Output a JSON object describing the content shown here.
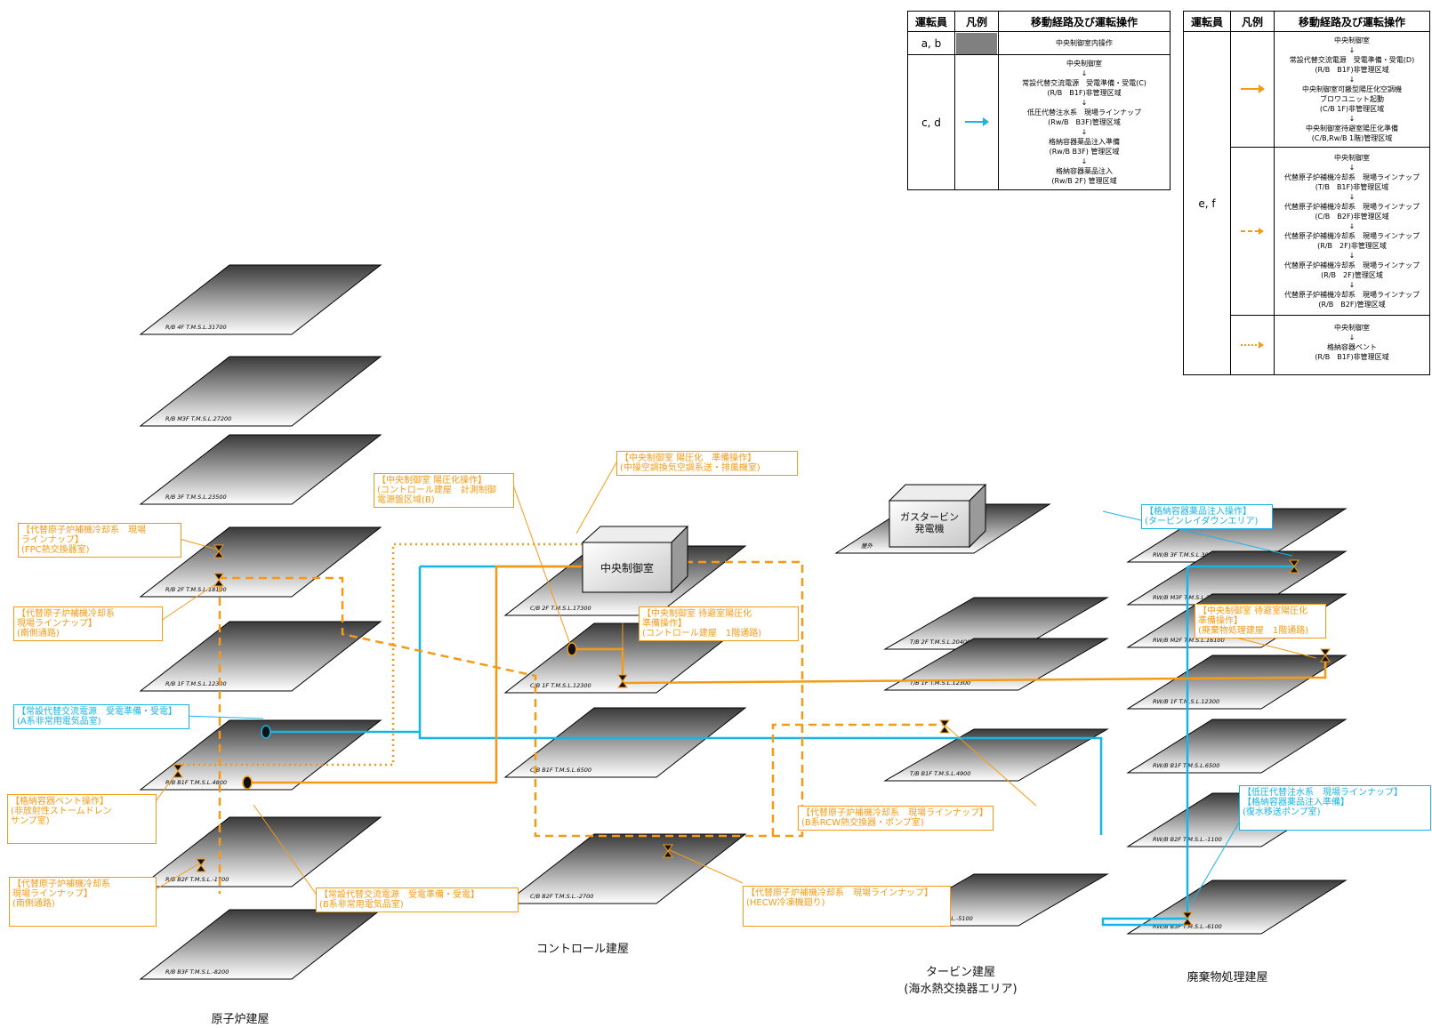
{
  "colors": {
    "orange": "#f59a16",
    "cyan": "#19b4e6",
    "legend_gray": "#808080"
  },
  "legend": {
    "headers": [
      "運転員",
      "凡例",
      "移動経路及び運転操作"
    ],
    "row_ab": {
      "operators": "a, b",
      "route": "中央制御室内操作"
    },
    "row_cd": {
      "operators": "c, d",
      "lines": [
        "中央制御室",
        "↓",
        "常設代替交流電源　受電準備・受電(C)",
        "(R/B　B1F)非管理区域",
        "↓",
        "低圧代替注水系　現場ラインナップ",
        "(Rw/B　B3F)管理区域",
        "↓",
        "格納容器薬品注入準備",
        "(Rw/B B3F) 管理区域",
        "↓",
        "格納容器薬品注入",
        "(Rw/B 2F) 管理区域"
      ]
    },
    "row_ef": {
      "operators": "e, f",
      "solid": [
        "中央制御室",
        "↓",
        "常設代替交流電源　受電準備・受電(D)",
        "(R/B　B1F)非管理区域",
        "↓",
        "中央制御室可搬型陽圧化空調機",
        "ブロワユニット起動",
        "(C/B 1F)非管理区域",
        "↓",
        "中央制御室待避室陽圧化準備",
        "(C/B,Rw/B 1階)管理区域"
      ],
      "dashed": [
        "中央制御室",
        "↓",
        "代替原子炉補機冷却系　現場ラインナップ",
        "(T/B　B1F)非管理区域",
        "↓",
        "代替原子炉補機冷却系　現場ラインナップ",
        "(C/B　B2F)非管理区域",
        "↓",
        "代替原子炉補機冷却系　現場ラインナップ",
        "(R/B　2F)非管理区域",
        "↓",
        "代替原子炉補機冷却系　現場ラインナップ",
        "(R/B　2F)管理区域",
        "↓",
        "代替原子炉補機冷却系　現場ラインナップ",
        "(R/B　B2F)管理区域"
      ],
      "dotted": [
        "中央制御室",
        "↓",
        "格納容器ベント",
        "(R/B　B1F)非管理区域"
      ]
    }
  },
  "floors": {
    "rb": [
      "R/B 4F T.M.S.L.31700",
      "R/B M3F T.M.S.L.27200",
      "R/B 3F T.M.S.L.23500",
      "R/B 2F T.M.S.L.18100",
      "R/B 1F T.M.S.L.12300",
      "R/B B1F T.M.S.L.4800",
      "R/B B2F T.M.S.L.-1700",
      "R/B B3F T.M.S.L.-8200"
    ],
    "cb": [
      "C/B 2F T.M.S.L.17300",
      "C/B 1F T.M.S.L.12300",
      "C/B B1F T.M.S.L.6500",
      "C/B B2F T.M.S.L.-2700"
    ],
    "outdoor": "屋外",
    "tb": [
      "T/B 2F T.M.S.L.20400",
      "T/B 1F T.M.S.L.12300",
      "T/B B1F T.M.S.L.4900",
      "T/B B2F T.M.S.L.-5100"
    ],
    "rw": [
      "RW/B 3F T.M.S.L.30900",
      "RW/B M3F T.M.S.L.21500",
      "RW/B M2F T.M.S.L.16100",
      "RW/B 1F T.M.S.L.12300",
      "RW/B B1F T.M.S.L.6500",
      "RW/B B2F T.M.S.L.-1100",
      "RW/B B3F T.M.S.L.-6100"
    ]
  },
  "boxes": {
    "central_control": "中央制御室",
    "gas_turbine": "ガスタービン\n発電機"
  },
  "buildings": {
    "reactor": "原子炉建屋",
    "control": "コントロール建屋",
    "turbine": "タービン建屋\n(海水熱交換器エリア)",
    "radwaste": "廃棄物処理建屋"
  },
  "annotations": {
    "a1": "【代替原子炉補機冷却系　現場\nラインナップ】\n(FPC熱交換器室)",
    "a2": "【代替原子炉補機冷却系\n現場ラインナップ】\n(南側通路)",
    "a3": "【常設代替交流電源　受電準備・受電】\n(A系非常用電気品室)",
    "a4": "【格納容器ベント操作】\n(非放射性ストームドレン\nサンプ室)",
    "a5": "【代替原子炉補機冷却系\n現場ラインナップ】\n(南側通路)",
    "a6": "【常設代替交流電源　受電準備・受電】\n(B系非常用電気品室)",
    "a7": "【中央制御室 陽圧化操作】\n(コントロール建屋　計測制御\n電源盤区域(B)",
    "a8": "【中央制御室 陽圧化　準備操作】\n(中操空調換気空調系送・排風機室)",
    "a9": "【中央制御室 待避室陽圧化\n準備操作】\n(コントロール建屋　1階通路)",
    "a10": "【代替原子炉補機冷却系　現場ラインナップ】\n(B系RCW熱交換器・ポンプ室)",
    "a11": "【代替原子炉補機冷却系　現場ラインナップ】\n(HECW冷凍機廻り)",
    "a12": "【格納容器薬品注入操作】\n(タービンレイダウンエリア)",
    "a13": "【中央制御室 待避室陽圧化\n準備操作】\n(廃棄物処理建屋　1階通路)",
    "a14": "【低圧代替注水系　現場ラインナップ】\n【格納容器薬品注入準備】\n(復水移送ポンプ室)"
  }
}
